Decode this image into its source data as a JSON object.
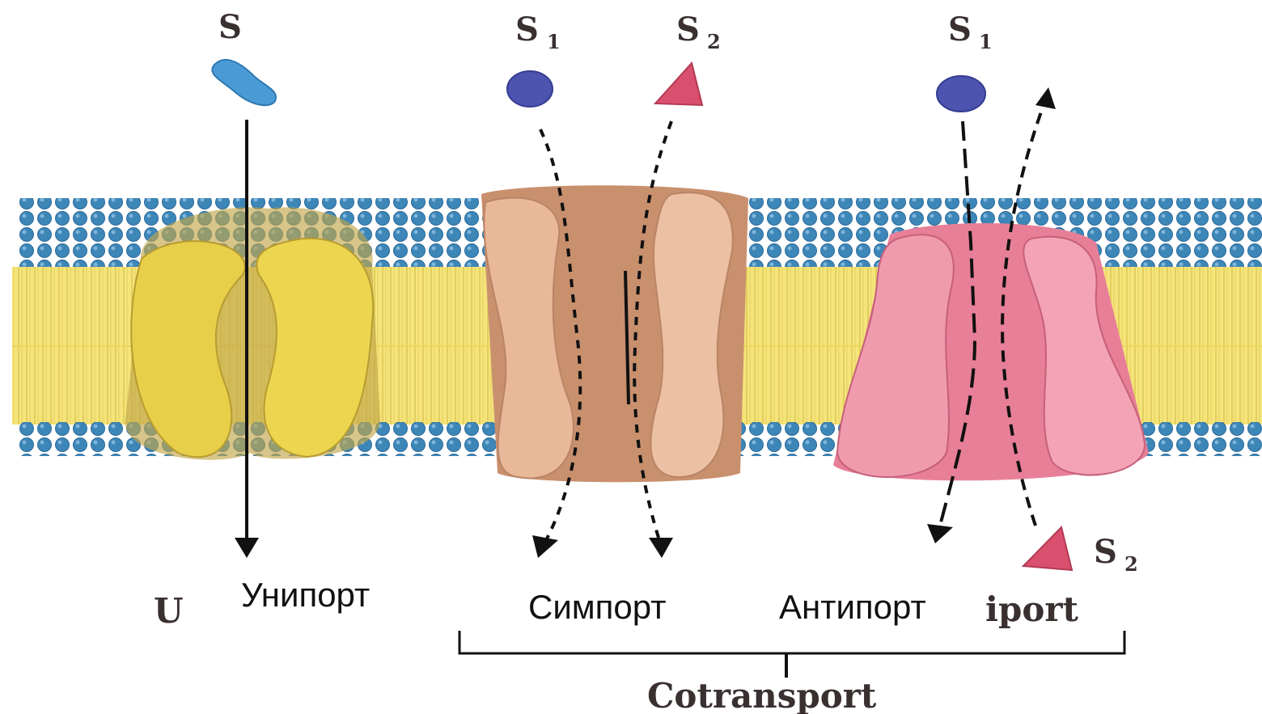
{
  "labels": {
    "substrate_s": "S",
    "symport_s1": "S",
    "symport_s1_sub": "1",
    "symport_s2": "S",
    "symport_s2_sub": "2",
    "antiport_s1": "S",
    "antiport_s1_sub": "1",
    "antiport_s2": "S",
    "antiport_s2_sub": "2",
    "uniport_ru": "Унипорт",
    "symport_ru": "Симпорт",
    "antiport_ru": "Антипорт",
    "uniport_en_fragment": "U",
    "antiport_en_fragment": "iport",
    "cotransport": "Cotransport"
  },
  "colors": {
    "head_group": "#3d86b8",
    "tail_region": "#f2e070",
    "uniporter": "#e8cf4a",
    "symporter": "#e3b08f",
    "antiporter": "#ec8fa3",
    "s_uniport": "#4a9ad6",
    "s1": "#4c54b0",
    "s2": "#d9506e"
  }
}
